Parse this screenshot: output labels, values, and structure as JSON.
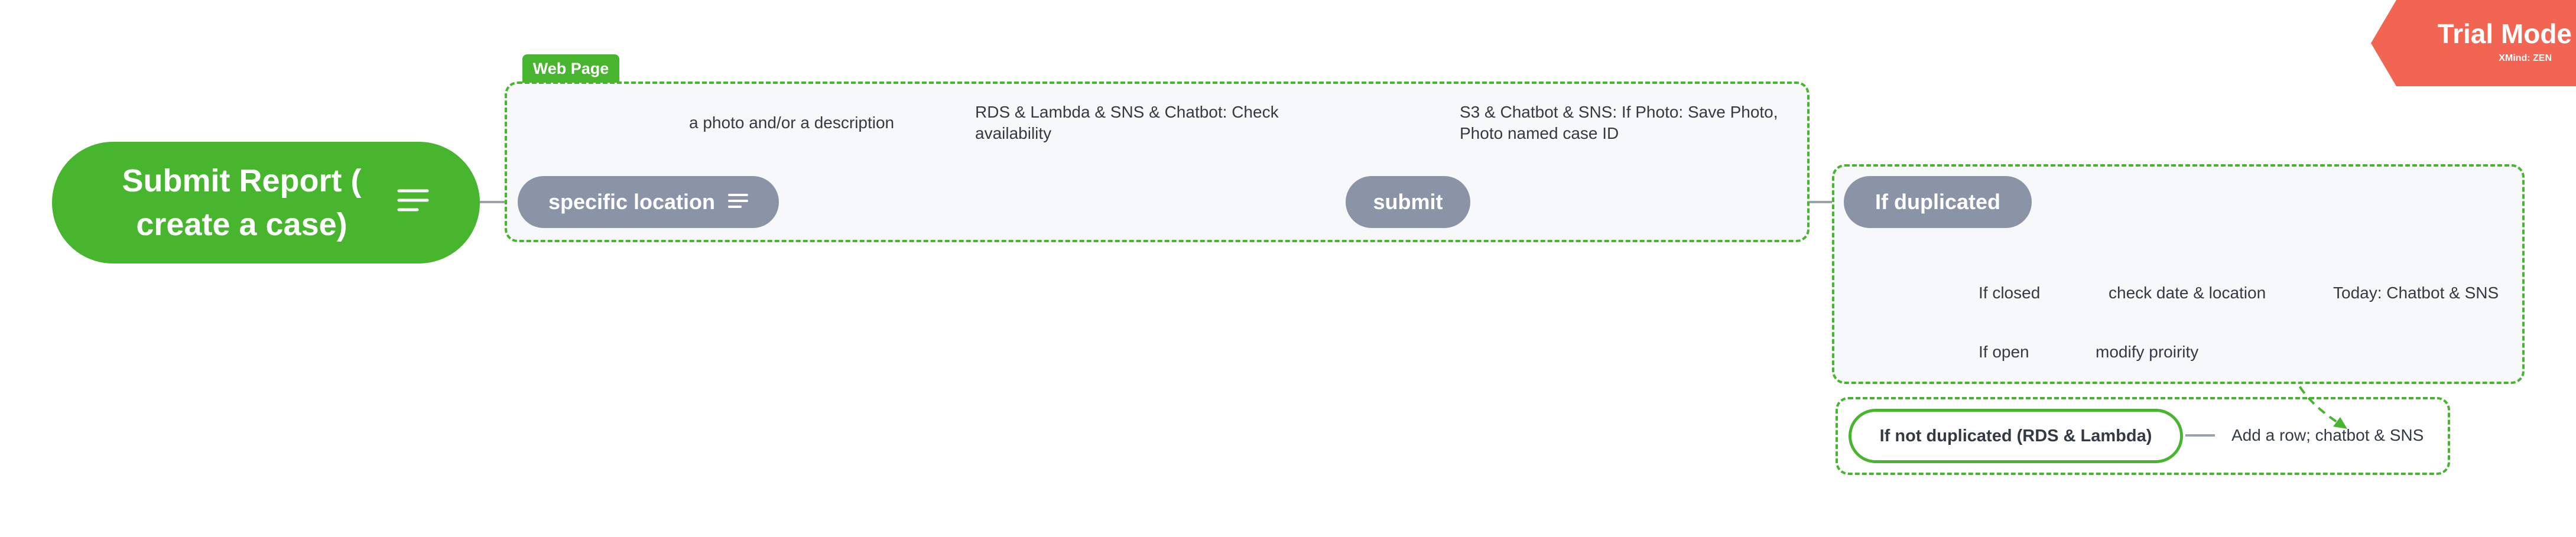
{
  "watermark": {
    "title": "Trial Mode",
    "brand": "XMind: ZEN"
  },
  "boundaries": {
    "web_page_label": "Web Page"
  },
  "central_topic": {
    "label": "Submit Report ( create a case)"
  },
  "topics": {
    "specific_location": "specific location",
    "submit": "submit",
    "if_duplicated": "If duplicated",
    "if_not_duplicated": "If not duplicated (RDS & Lambda)"
  },
  "subtopics": {
    "photo_description": "a photo and/or a description",
    "rds_check_line1": "RDS & Lambda & SNS & Chatbot: Check",
    "rds_check_line2": "availability",
    "s3_save_line1": "S3 & Chatbot & SNS: If Photo: Save Photo,",
    "s3_save_line2": "Photo named case ID",
    "if_closed": "If closed",
    "check_date_location": "check date & location",
    "today_chatbot_sns": "Today: Chatbot & SNS",
    "if_open": "If open",
    "modify_priority": "modify proirity",
    "add_row": "Add a row; chatbot & SNS"
  },
  "colors": {
    "green": "#47b52e",
    "gray_topic": "#8b94a6",
    "connector": "#9aa1ad",
    "text": "#333a44",
    "trial_badge": "#f26552"
  }
}
